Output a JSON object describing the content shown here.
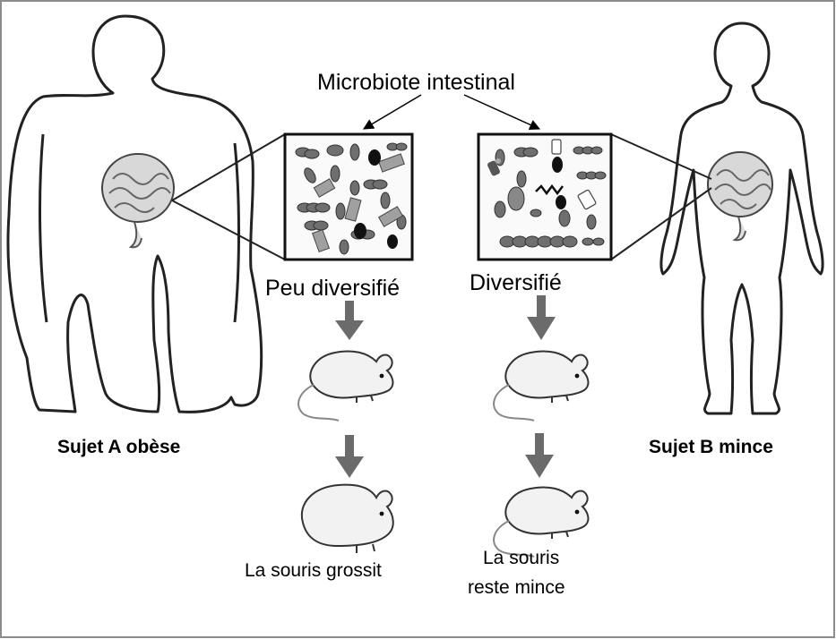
{
  "diagram": {
    "title": "Microbiote intestinal",
    "left_box_label": "Peu diversifié",
    "right_box_label": "Diversifié",
    "subject_a": "Sujet A obèse",
    "subject_b": "Sujet B mince",
    "result_a": "La souris grossit",
    "result_b_line1": "La souris",
    "result_b_line2": "reste mince"
  }
}
